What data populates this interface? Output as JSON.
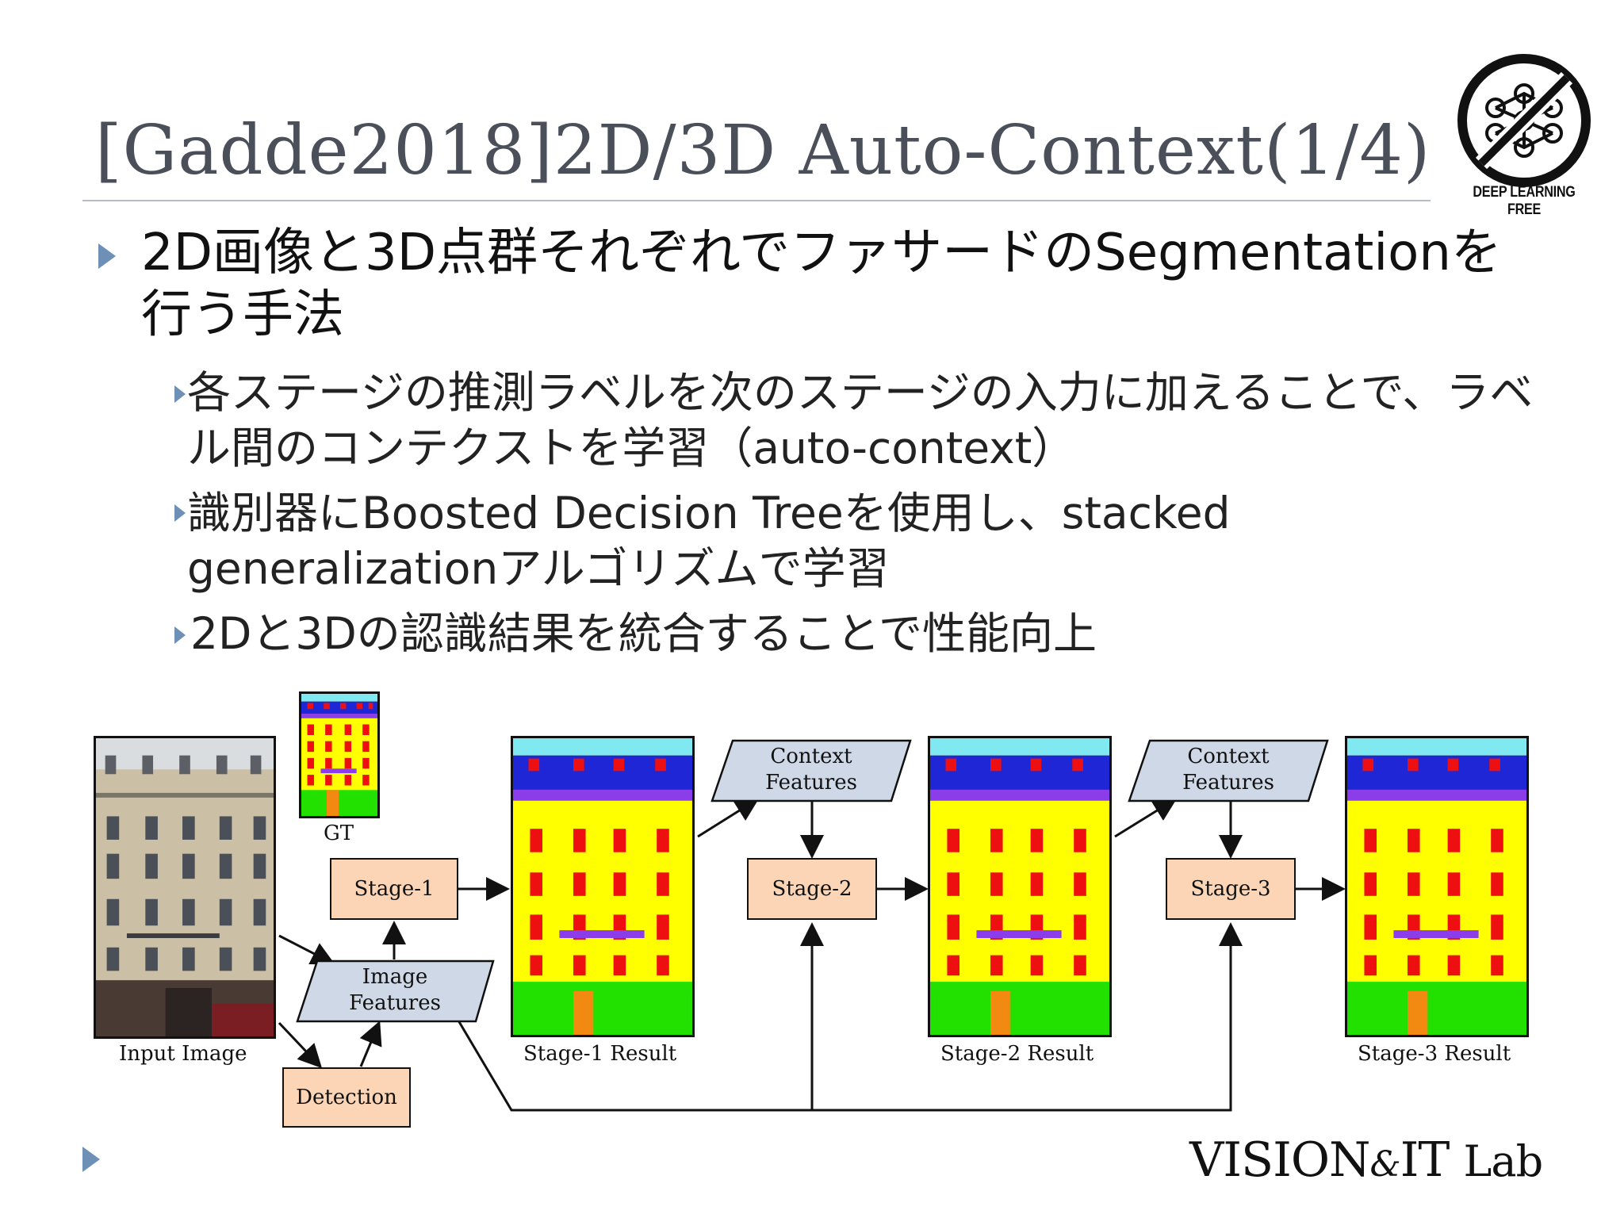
{
  "slide": {
    "title": "[Gadde2018]2D/3D Auto-Context(1/4)",
    "logo_text": "DEEP LEARNING FREE",
    "footer": {
      "vision": "VISION",
      "amp": "&",
      "it": "IT",
      "lab": "Lab"
    }
  },
  "bullets": {
    "main": "2D画像と3D点群それぞれでファサードのSegmentationを行う手法",
    "sub": [
      "各ステージの推測ラベルを次のステージの入力に加えることで、ラベル間のコンテクストを学習（auto-context）",
      "識別器にBoosted Decision Treeを使用し、stacked generalizationアルゴリズムで学習",
      "2Dと3Dの認識結果を統合することで性能向上"
    ]
  },
  "diagram": {
    "input_caption": "Input Image",
    "gt_caption": "GT",
    "stage1": "Stage-1",
    "stage2": "Stage-2",
    "stage3": "Stage-3",
    "image_features_1": "Image",
    "image_features_2": "Features",
    "context_features_1": "Context",
    "context_features_2": "Features",
    "detection": "Detection",
    "result1": "Stage-1 Result",
    "result2": "Stage-2 Result",
    "result3": "Stage-3 Result"
  },
  "colors": {
    "title": "#4a4f5a",
    "bullet_marker": "#6e8fb6",
    "stage_box": "#fbd5b5",
    "feature_box": "#cfd8e6",
    "label_sky": "#7fe8f0",
    "label_roof": "#1f26d6",
    "label_wall": "#ffff00",
    "label_window": "#ee1010",
    "label_balcony": "#8a3de8",
    "label_shop": "#22e000",
    "label_door": "#f28a12"
  }
}
